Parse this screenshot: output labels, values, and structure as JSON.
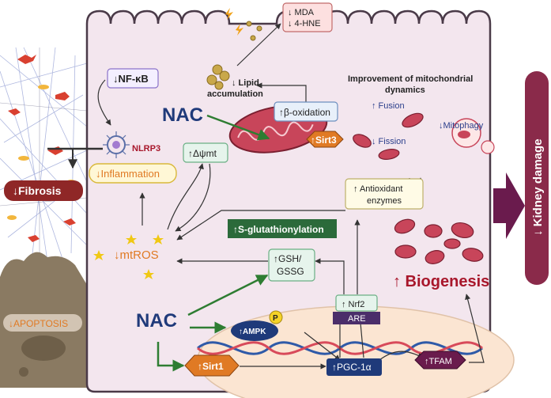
{
  "colors": {
    "cell_fill": "#f3e6ee",
    "cell_stroke": "#4a3a48",
    "nucleus_fill": "#fbe5d2",
    "nac_green": "#3b8a3a",
    "title_red": "#a8172b",
    "orange": "#e07a24",
    "navy": "#1f3a7a",
    "kidney_bar": "#8a2a4a"
  },
  "labels": {
    "mda_line1": "↓ MDA",
    "mda_line2": "↓ 4-HNE",
    "lipid_line1": "↓ Lipid",
    "lipid_line2": "accumulation",
    "nfkb": "↓NF-κB",
    "nlrp3": "NLRP3",
    "inflammation": "↓Inflammation",
    "fibrosis": "↓Fibrosis",
    "apoptosis": "↓APOPTOSIS",
    "nac_top": "NAC",
    "nac_bottom": "NAC",
    "beta_ox": "↑β-oxidation",
    "sirt3": "↑Sirt3",
    "dpsi": "↑Δψmt",
    "mito_title_1": "Improvement of mitochondrial",
    "mito_title_2": "dynamics",
    "fusion": "↑ Fusion",
    "fission": "↓ Fission",
    "mitophagy": "↓Mitophagy",
    "antiox_1": "↑ Antioxidant",
    "antiox_2": "enzymes",
    "s_glut": "↑S-glutathionylation",
    "gsh_1": "↑GSH/",
    "gsh_2": "GSSG",
    "mtros": "↓mtROS",
    "nrf2": "↑ Nrf2",
    "are": "ARE",
    "ampk": "↑AMPK",
    "p": "P",
    "sirt1": "↑Sirt1",
    "pgc": "↑PGC-1α",
    "tfam": "↑TFAM",
    "biogenesis": "↑ Biogenesis",
    "kidney": "↓ Kidney damage"
  }
}
